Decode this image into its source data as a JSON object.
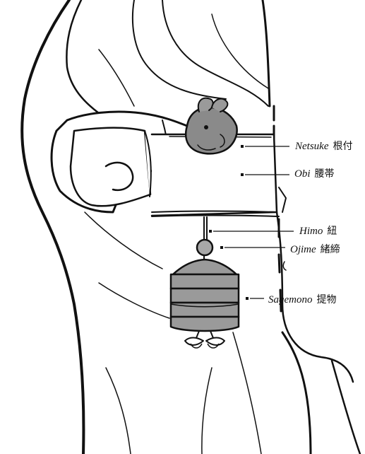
{
  "labels": {
    "netsuke": {
      "roman": "Netsuke",
      "kanji": "根付"
    },
    "obi": {
      "roman": "Obi",
      "kanji": "腰帯"
    },
    "himo": {
      "roman": "Himo",
      "kanji": "紐"
    },
    "ojime": {
      "roman": "Ojime",
      "kanji": "緒締"
    },
    "sagemono": {
      "roman": "Sagemono",
      "kanji": "提物"
    }
  },
  "colors": {
    "line": "#111111",
    "netsuke_fill": "#8a8a8a",
    "sagemono_fill": "#9a9a9a",
    "ojime_fill": "#a8a8a8"
  }
}
